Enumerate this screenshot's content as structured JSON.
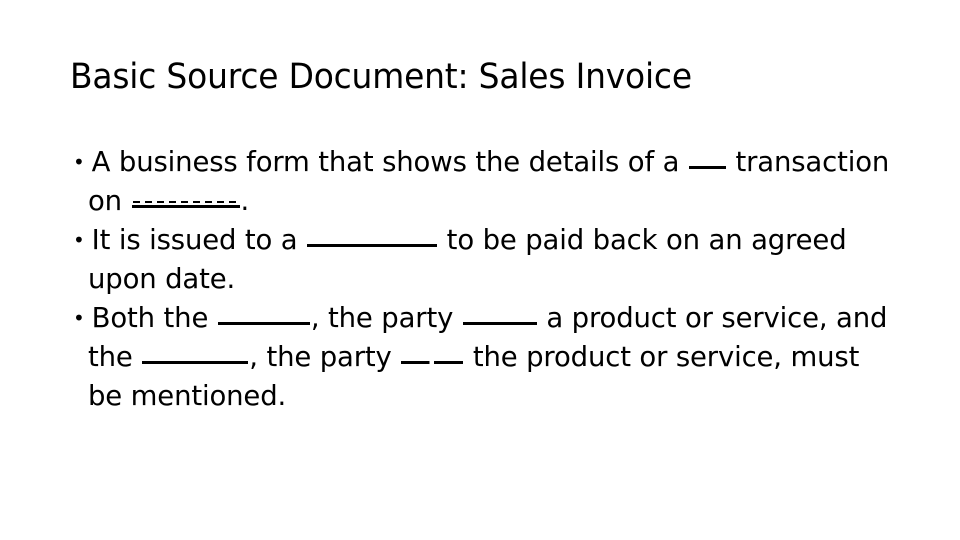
{
  "slide": {
    "background_color": "#ffffff",
    "text_color": "#000000",
    "title": "Basic Source Document: Sales Invoice",
    "bullet_marker": "•",
    "body": [
      {
        "id": "bullet-1",
        "segments": [
          {
            "type": "text",
            "value": "A business form that shows the details of a "
          },
          {
            "type": "blank",
            "value": "____",
            "width_class": "w37",
            "style": "solid"
          },
          {
            "type": "text",
            "value": " transaction on "
          },
          {
            "type": "blank",
            "value": "________",
            "width_class": "w108",
            "style": "dashed"
          },
          {
            "type": "text",
            "value": "."
          }
        ],
        "plain_text": "A business form that shows the details of a ____ transaction on ________."
      },
      {
        "id": "bullet-2",
        "segments": [
          {
            "type": "text",
            "value": "It is issued to a "
          },
          {
            "type": "blank",
            "value": "__________",
            "width_class": "w130",
            "style": "solid"
          },
          {
            "type": "text",
            "value": " to be paid back on an agreed upon date."
          }
        ],
        "plain_text": "It is issued to a __________ to be paid back on an agreed upon date."
      },
      {
        "id": "bullet-3",
        "segments": [
          {
            "type": "text",
            "value": "Both the "
          },
          {
            "type": "blank",
            "value": "_______",
            "width_class": "w92",
            "style": "solid"
          },
          {
            "type": "text",
            "value": ", the party "
          },
          {
            "type": "blank",
            "value": "______",
            "width_class": "w74",
            "style": "solid"
          },
          {
            "type": "text",
            "value": " a product or service, and the "
          },
          {
            "type": "blank",
            "value": "________",
            "width_class": "w106",
            "style": "solid"
          },
          {
            "type": "text",
            "value": ", the party "
          },
          {
            "type": "blank",
            "value": "_____",
            "width_class": "w62",
            "style": "gapped"
          },
          {
            "type": "text",
            "value": " the product or service, must be mentioned."
          }
        ],
        "plain_text": "Both the _______, the party ______ a product or service, and the ________, the party _____ the product or service, must be mentioned."
      }
    ]
  }
}
